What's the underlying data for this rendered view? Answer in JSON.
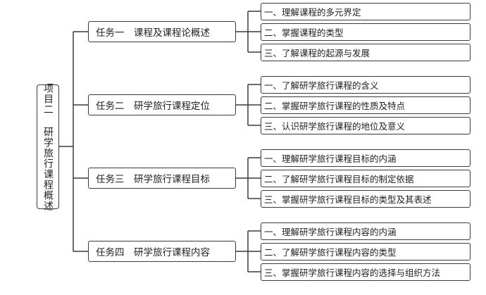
{
  "root": {
    "label": "项目二 研学旅行课程概述"
  },
  "tasks": [
    {
      "label": "任务一　课程及课程论概述",
      "items": [
        "一、理解课程的多元界定",
        "二、掌握课程的类型",
        "三、了解课程的起源与发展"
      ]
    },
    {
      "label": "任务二　研学旅行课程定位",
      "items": [
        "一、了解研学旅行课程的含义",
        "二、掌握研学旅行课程的性质及特点",
        "三、认识研学旅行课程的地位及意义"
      ]
    },
    {
      "label": "任务三　研学旅行课程目标",
      "items": [
        "一、理解研学旅行课程目标的内涵",
        "二、了解研学旅行课程目标的制定依据",
        "三、掌握研学旅行课程目标的类型及其表述"
      ]
    },
    {
      "label": "任务四　研学旅行课程内容",
      "items": [
        "一、理解研学旅行课程内容的内涵",
        "二、了解研学旅行课程内容的类型",
        "三、掌握研学旅行课程内容的选择与组织方法"
      ]
    }
  ]
}
